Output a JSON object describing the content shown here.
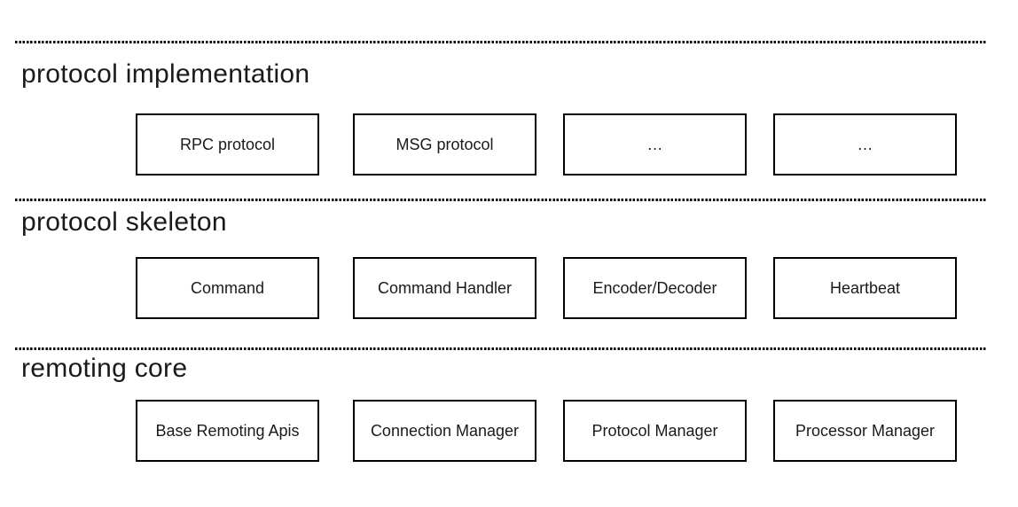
{
  "sections": [
    {
      "title": "protocol implementation",
      "boxes": [
        "RPC protocol",
        "MSG protocol",
        "…",
        "…"
      ]
    },
    {
      "title": "protocol skeleton",
      "boxes": [
        "Command",
        "Command Handler",
        "Encoder/Decoder",
        "Heartbeat"
      ]
    },
    {
      "title": "remoting core",
      "boxes": [
        "Base Remoting Apis",
        "Connection Manager",
        "Protocol Manager",
        "Processor Manager"
      ]
    }
  ],
  "colors": {
    "line": "#000000",
    "border": "#000000",
    "text": "#1a1a1a",
    "background": "#ffffff"
  }
}
